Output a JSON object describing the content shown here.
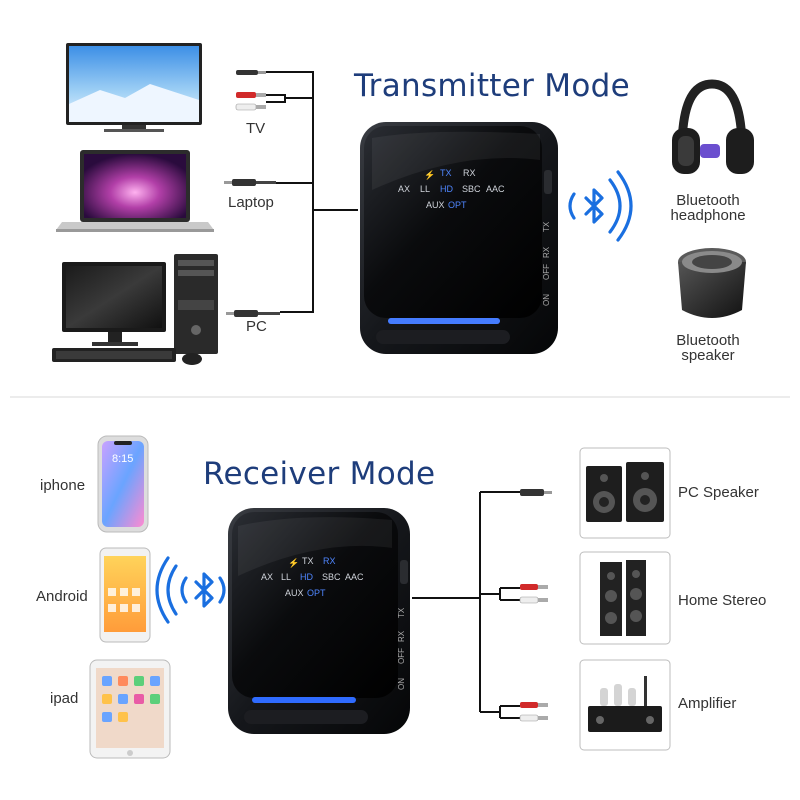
{
  "transmitter": {
    "title": "Transmitter Mode",
    "sources": [
      "TV",
      "Laptop",
      "PC"
    ],
    "outputs": [
      {
        "line1": "Bluetooth",
        "line2": "headphone"
      },
      {
        "line1": "Bluetooth",
        "line2": "speaker"
      }
    ]
  },
  "receiver": {
    "title": "Receiver Mode",
    "sources": [
      "iphone",
      "Android",
      "ipad"
    ],
    "outputs": [
      "PC Speaker",
      "Home Stereo",
      "Amplifier"
    ]
  },
  "device_panel": {
    "row1": [
      "TX",
      "RX"
    ],
    "row2": [
      "AX",
      "LL",
      "HD",
      "SBC",
      "AAC"
    ],
    "row3": [
      "AUX",
      "OPT"
    ],
    "side": [
      "TX",
      "RX",
      "OFF",
      "ON"
    ]
  },
  "phone_screen": {
    "time": "8:15"
  },
  "colors": {
    "title": "#1e3d7b",
    "bluetooth": "#1a6fe0",
    "indicator": "#2f6bff"
  }
}
